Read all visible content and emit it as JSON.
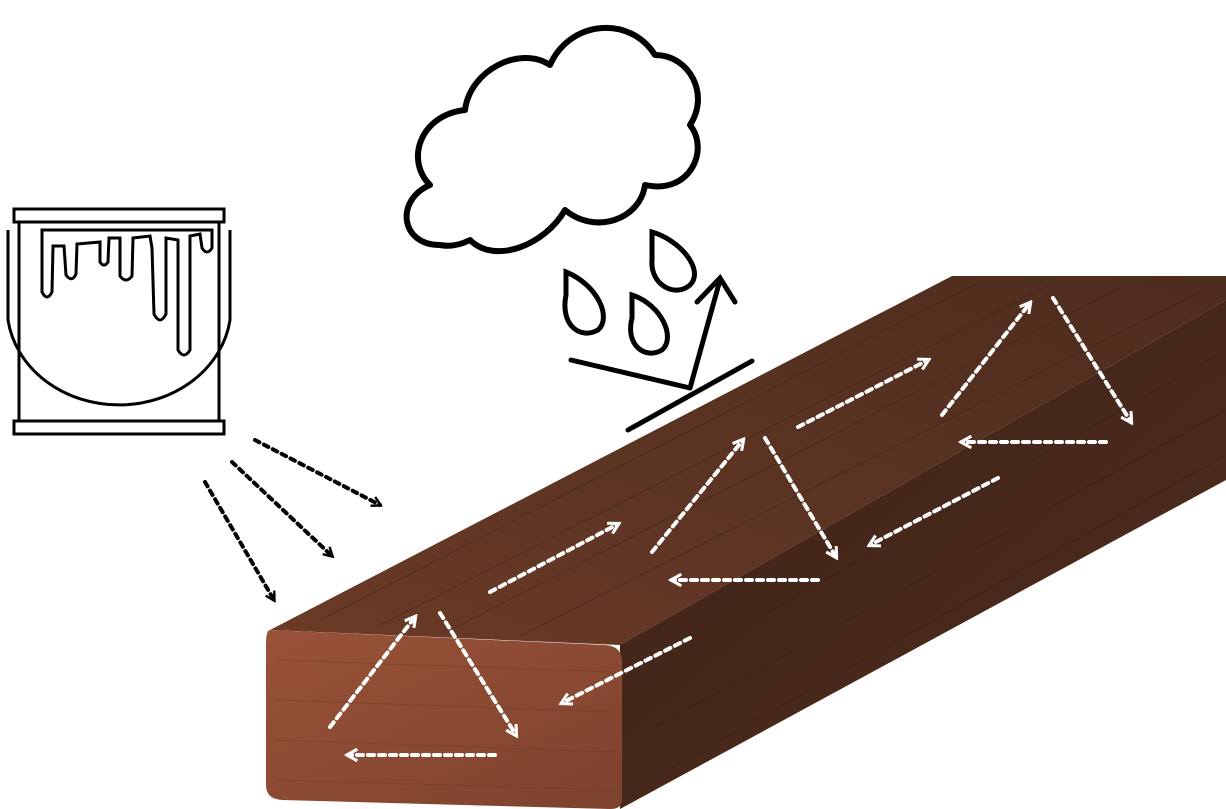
{
  "diagram": {
    "elements": [
      {
        "name": "paint-can-icon",
        "kind": "icon"
      },
      {
        "name": "paint-spray-arrows",
        "kind": "arrow-group",
        "count": 3
      },
      {
        "name": "rain-cloud-icon",
        "kind": "icon"
      },
      {
        "name": "water-drop-icon",
        "kind": "icon",
        "count": 3
      },
      {
        "name": "water-repel-arrow",
        "kind": "arrow"
      },
      {
        "name": "wooden-beam",
        "kind": "illustration"
      },
      {
        "name": "circulation-arrows",
        "kind": "arrow-group"
      }
    ]
  },
  "colors": {
    "background": "#ffffff",
    "line": "#000000",
    "wood_top": "#5a3322",
    "wood_side": "#4a2a1c",
    "wood_end": "#8b4a33",
    "arrow_on_wood": "#ffffff"
  }
}
